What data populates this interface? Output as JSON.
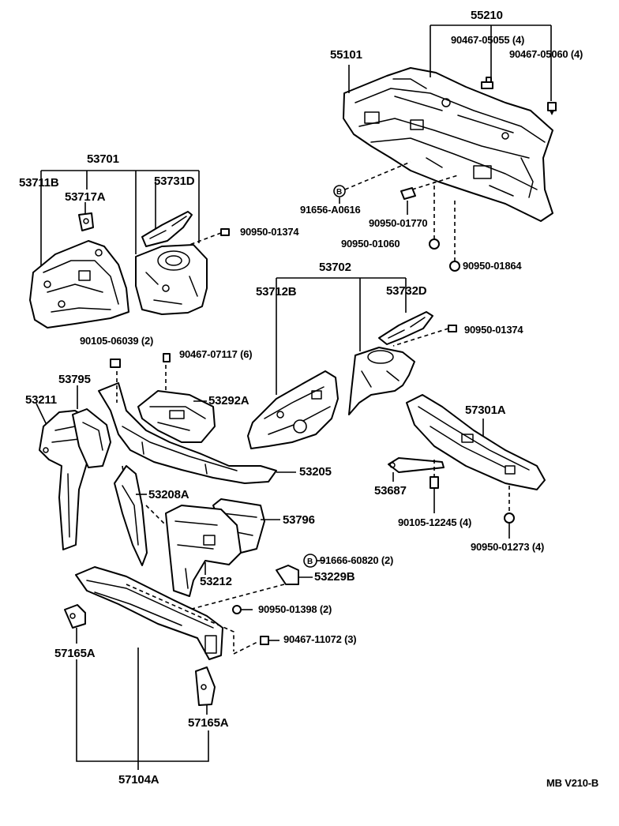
{
  "diagram_code": "MB V210-B",
  "labels": {
    "p55210": "55210",
    "p90467_05055": "90467-05055 (4)",
    "p90467_05060": "90467-05060 (4)",
    "p55101": "55101",
    "p91656": "91656-A0616",
    "p90950_01770": "90950-01770",
    "p90950_01060": "90950-01060",
    "p90950_01864": "90950-01864",
    "p53701": "53701",
    "p53711B": "53711B",
    "p53717A": "53717A",
    "p53731D": "53731D",
    "p90950_01374a": "90950-01374",
    "p53702": "53702",
    "p53712B": "53712B",
    "p53732D": "53732D",
    "p90950_01374b": "90950-01374",
    "p90105_06039": "90105-06039 (2)",
    "p90467_07117": "90467-07117 (6)",
    "p53795": "53795",
    "p53211": "53211",
    "p53292A": "53292A",
    "p53205": "53205",
    "p57301A": "57301A",
    "p53687": "53687",
    "p90105_12245": "90105-12245 (4)",
    "p90950_01273": "90950-01273 (4)",
    "p53208A": "53208A",
    "p53796": "53796",
    "p91666": "91666-60820 (2)",
    "p53212": "53212",
    "p53229B": "53229B",
    "p90950_01398": "90950-01398 (2)",
    "p90467_11072": "90467-11072 (3)",
    "p57165A_left": "57165A",
    "p57165A_right": "57165A",
    "p57104A": "57104A"
  }
}
